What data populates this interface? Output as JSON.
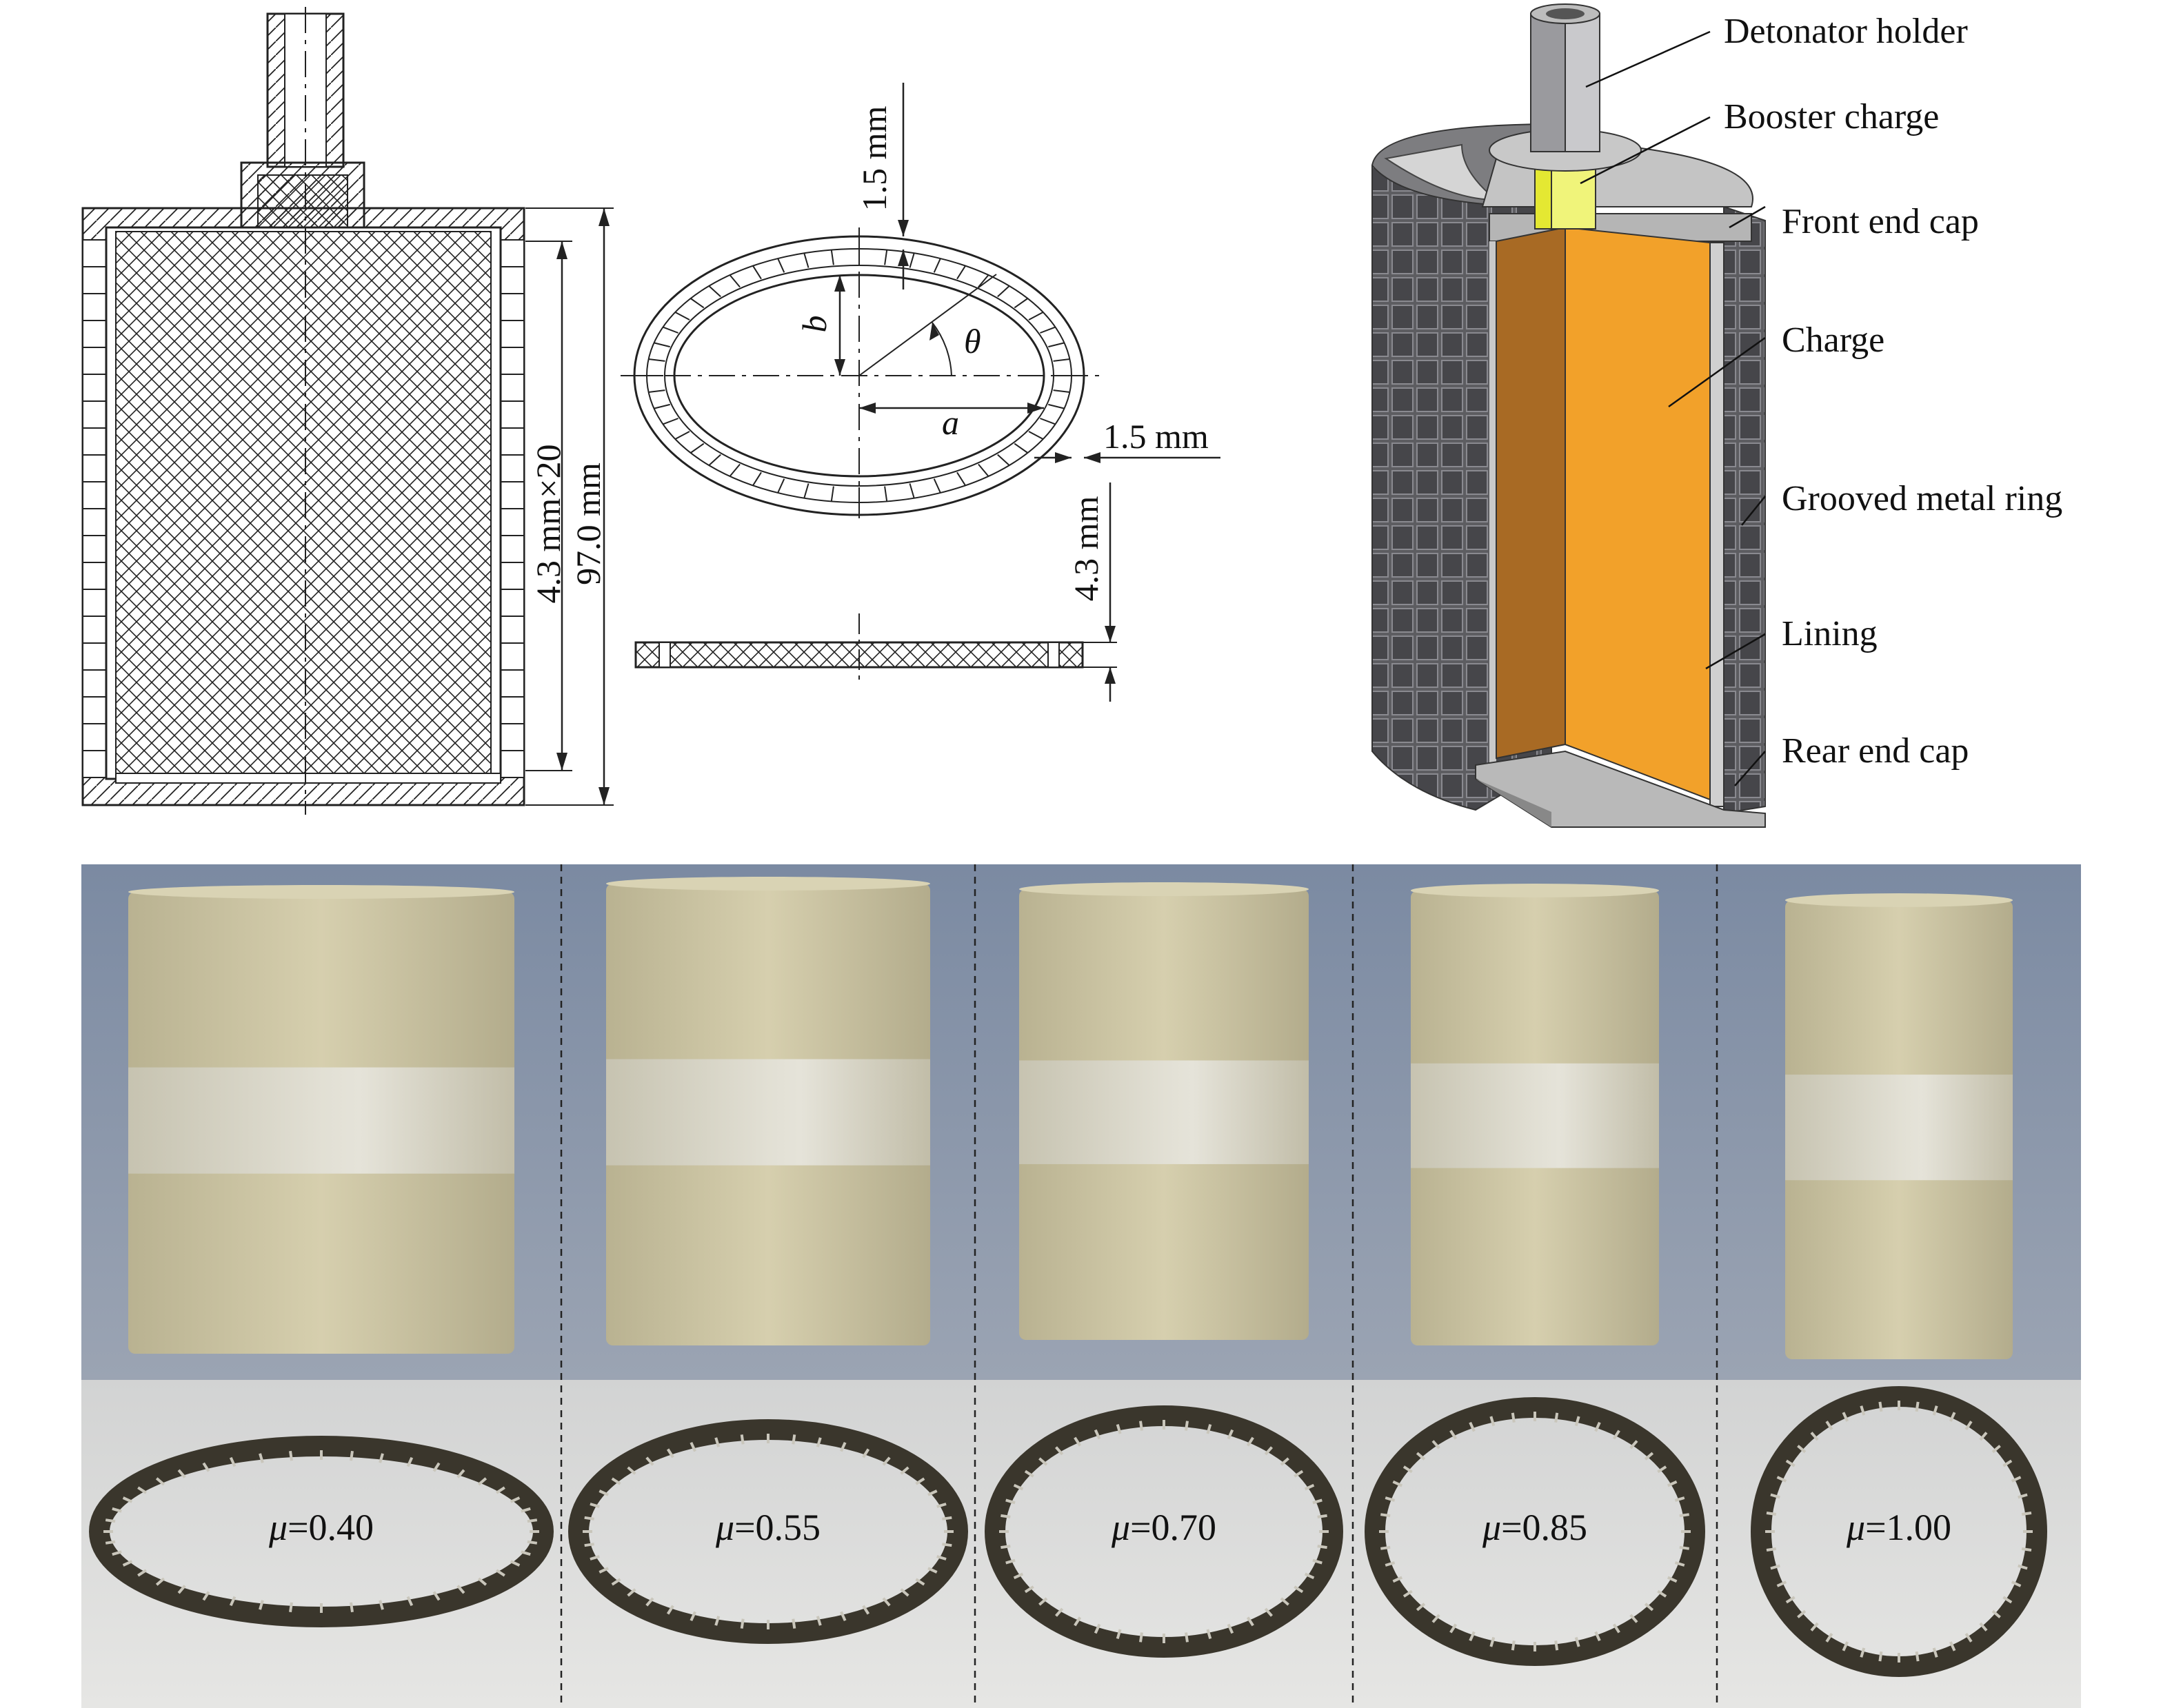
{
  "labels": {
    "detonator_holder": "Detonator holder",
    "booster_charge": "Booster charge",
    "front_end_cap": "Front end cap",
    "charge": "Charge",
    "grooved_metal_ring": "Grooved metal ring",
    "lining": "Lining",
    "rear_end_cap": "Rear end cap"
  },
  "dimensions": {
    "ring_stack": "4.3 mm×20",
    "total_height": "97.0 mm",
    "top_thickness": "1.5 mm",
    "side_thickness": "1.5 mm",
    "ring_height": "4.3 mm",
    "semi_minor": "b",
    "semi_major": "a",
    "angle": "θ"
  },
  "samples": [
    {
      "mu_symbol": "μ",
      "value": "=0.40"
    },
    {
      "mu_symbol": "μ",
      "value": "=0.55"
    },
    {
      "mu_symbol": "μ",
      "value": "=0.70"
    },
    {
      "mu_symbol": "μ",
      "value": "=0.85"
    },
    {
      "mu_symbol": "μ",
      "value": "=1.00"
    }
  ],
  "colors": {
    "charge": "#f2a12a",
    "booster": "#e4e832",
    "metal": "#8a8a8a",
    "photo_bg_top": "#7f8da3",
    "photo_bg_bottom": "#d8d8d6",
    "cylinder": "#cfc7a6"
  }
}
